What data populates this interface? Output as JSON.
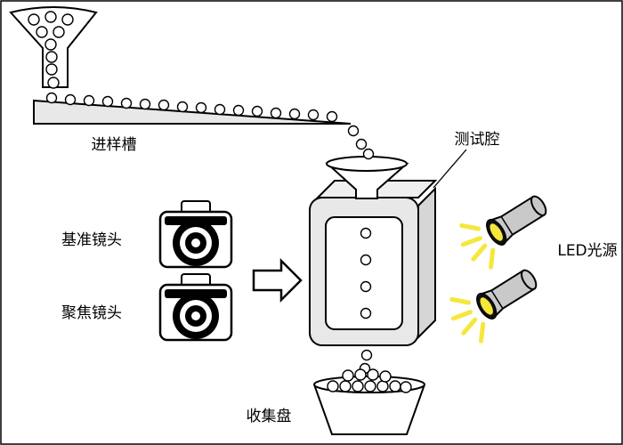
{
  "diagram": {
    "labels": {
      "feed_chute": "进样槽",
      "test_chamber": "测试腔",
      "reference_lens": "基准镜头",
      "focus_lens": "聚焦镜头",
      "led_source": "LED光源",
      "collection_tray": "收集盘"
    },
    "colors": {
      "outline": "#000000",
      "chamber_fill": "#e8e8e8",
      "side_fill": "#d6d6d6",
      "flashlight_body": "#c9c9c9",
      "led_yellow": "#f5e73c",
      "background": "#ffffff"
    }
  }
}
